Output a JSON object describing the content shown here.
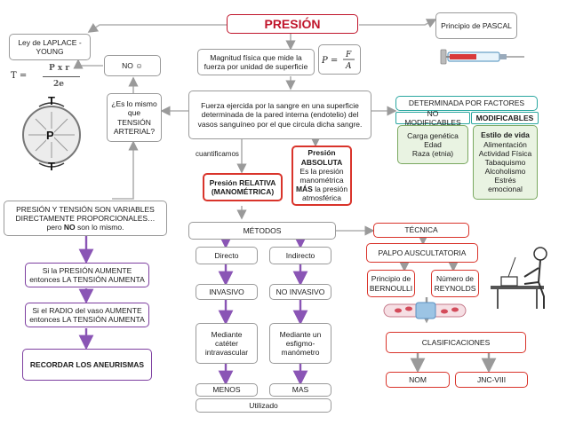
{
  "title": "PRESIÓN",
  "definition": "Magnitud física que mide la fuerza por unidad de superficie",
  "force": "Fuerza ejercida por la sangre en una superficie determinada de la pared interna (endotelio) del vasos sanguíneo por el que circula dicha sangre.",
  "pascal": "Principio de PASCAL",
  "laplace": "Ley de LAPLACE - YOUNG",
  "question": "¿Es lo mismo que TENSIÓN ARTERIAL?",
  "answer": "NO ☺",
  "relation": {
    "line1": "PRESIÓN Y TENSIÓN SON VARIABLES DIRECTAMENTE PROPORCIONALES…",
    "pre": "pero ",
    "no": "NO",
    "post": " son lo mismo."
  },
  "rule1": "Si la PRESIÓN AUMENTE entonces LA TENSIÓN AUMENTA",
  "rule2": "Si el RADIO del vaso AUMENTE entonces LA TENSIÓN AUMENTA",
  "aneurisms": "RECORDAR LOS ANEURISMAS",
  "quantified": "cuantificamos",
  "relative": "Presión RELATIVA (MANOMÉTRICA)",
  "absolute": {
    "title": "Presión ABSOLUTA",
    "l1": "Es la presión",
    "l2": "manométrica",
    "mas": "MÁS",
    "l3": " la presión",
    "l4": "atmosférica"
  },
  "factors": {
    "title": "DETERMINADA POR FACTORES",
    "non_mod": "NO MODIFICABLES",
    "mod": "MODIFICABLES",
    "non_mod_items": [
      "Carga genética",
      "Edad",
      "Raza (etnia)"
    ],
    "mod_title": "Estilo de vida",
    "mod_items": [
      "Alimentación",
      "Actividad Física",
      "Tabaquismo",
      "Alcoholismo",
      "Estrés",
      "emocional"
    ]
  },
  "methods": {
    "title": "MÉTODOS",
    "direct": "Directo",
    "indirect": "Indirecto",
    "invasive": "INVASIVO",
    "noninvasive": "NO INVASIVO",
    "catheter": "Mediante catéter intravascular",
    "sphyg": "Mediante un esfigmo-manómetro",
    "less": "MENOS",
    "more": "MAS",
    "used": "Utilizado"
  },
  "technique": {
    "title": "TÉCNICA",
    "palpo": "PALPO AUSCULTATORIA",
    "bernoulli": "Principio de BERNOULLI",
    "reynolds": "Número de REYNOLDS",
    "classifications": "CLASIFICACIONES",
    "nom": "NOM",
    "jnc": "JNC-VIII"
  },
  "formulas": {
    "t_eq": "T =",
    "laplace_num": "P x r",
    "laplace_den": "2e",
    "pascal_lhs": "P =",
    "pascal_num": "F",
    "pascal_den": "A",
    "t_label": "T",
    "p_label": "P"
  },
  "colors": {
    "title_red": "#c0152b",
    "arrow_purple": "#8a55b5",
    "accent_teal": "#2aa7a0",
    "accent_red": "#d9342b"
  }
}
